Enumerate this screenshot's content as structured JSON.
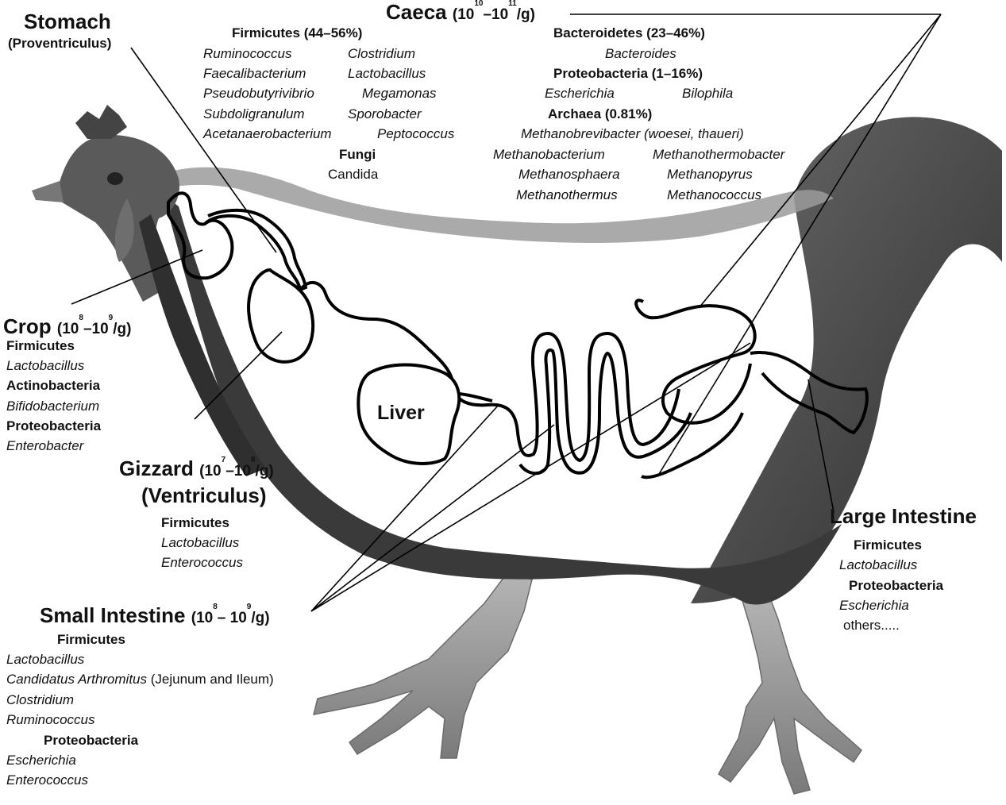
{
  "figure": {
    "stomach": {
      "title": "Stomach",
      "subtitle": "(Proventriculus)"
    },
    "caeca": {
      "title": "Caeca",
      "count": {
        "lo_base": "10",
        "lo_exp": "10",
        "sep": "–",
        "hi_base": "10",
        "hi_exp": "11",
        "unit": "/g)"
      },
      "left_column": {
        "heading": "Firmicutes (44–56%)",
        "genera": [
          "Ruminococcus",
          "Clostridium",
          "Faecalibacterium",
          "Lactobacillus",
          "Pseudobutyrivibrio",
          "Megamonas",
          "Subdoligranulum",
          "Sporobacter",
          "Acetanaerobacterium",
          "Peptococcus"
        ],
        "fungi_heading": "Fungi",
        "fungi": "Candida"
      },
      "right_column": {
        "bacteroidetes": "Bacteroidetes (23–46%)",
        "bacteroides": "Bacteroides",
        "proteobacteria": "Proteobacteria (1–16%)",
        "escherichia": "Escherichia",
        "bilophila": "Bilophila",
        "archaea": "Archaea (0.81%)",
        "methanobrevibacter": "Methanobrevibacter",
        "methanobrevibacter_species": "(woesei, thaueri)",
        "archaea_genera": [
          "Methanobacterium",
          "Methanothermobacter",
          "Methanosphaera",
          "Methanopyrus",
          "Methanothermus",
          "Methanococcus"
        ]
      }
    },
    "crop": {
      "title": "Crop",
      "count": {
        "lo_base": "10",
        "lo_exp": "8",
        "sep": "–",
        "hi_base": "10",
        "hi_exp": "9",
        "unit": "/g)"
      },
      "items": [
        {
          "text": "Firmicutes",
          "style": "bold"
        },
        {
          "text": "Lactobacillus",
          "style": "italic"
        },
        {
          "text": "Actinobacteria",
          "style": "bold"
        },
        {
          "text": "Bifidobacterium",
          "style": "italic"
        },
        {
          "text": "Proteobacteria",
          "style": "bold"
        },
        {
          "text": "Enterobacter",
          "style": "italic"
        }
      ]
    },
    "gizzard": {
      "title": "Gizzard",
      "count": {
        "lo_base": "10",
        "lo_exp": "7",
        "sep": "–",
        "hi_base": "10",
        "hi_exp": "8",
        "unit": "/g)"
      },
      "subtitle": "(Ventriculus)",
      "items": [
        {
          "text": "Firmicutes",
          "style": "bold"
        },
        {
          "text": "Lactobacillus",
          "style": "italic"
        },
        {
          "text": "Enterococcus",
          "style": "italic"
        }
      ]
    },
    "liver": {
      "label": "Liver"
    },
    "large_intestine": {
      "title": "Large Intestine",
      "items": [
        {
          "text": "Firmicutes",
          "style": "bold"
        },
        {
          "text": "Lactobacillus",
          "style": "italic"
        },
        {
          "text": "Proteobacteria",
          "style": "bold"
        },
        {
          "text": "Escherichia",
          "style": "italic"
        },
        {
          "text": "others.....",
          "style": "normal"
        }
      ]
    },
    "small_intestine": {
      "title": "Small Intestine",
      "count": {
        "lo_base": "10",
        "lo_exp": "8",
        "sep": "– ",
        "hi_base": "10",
        "hi_exp": "9",
        "unit": "/g)"
      },
      "items": [
        {
          "text": "Firmicutes",
          "style": "bold"
        },
        {
          "text": "Lactobacillus",
          "style": "italic"
        },
        {
          "text": "Candidatus Arthromitus",
          "style": "italic",
          "note": "(Jejunum and Ileum)"
        },
        {
          "text": "Clostridium",
          "style": "italic"
        },
        {
          "text": "Ruminococcus",
          "style": "italic"
        },
        {
          "text": "Proteobacteria",
          "style": "bold"
        },
        {
          "text": "Escherichia",
          "style": "italic"
        },
        {
          "text": "Enterococcus",
          "style": "italic"
        }
      ]
    }
  },
  "colors": {
    "ink": "#111111",
    "feather_dark": "#3c3c3c",
    "feather_mid": "#8a8a8a",
    "leg": "#9a9a9a",
    "background": "#ffffff"
  }
}
